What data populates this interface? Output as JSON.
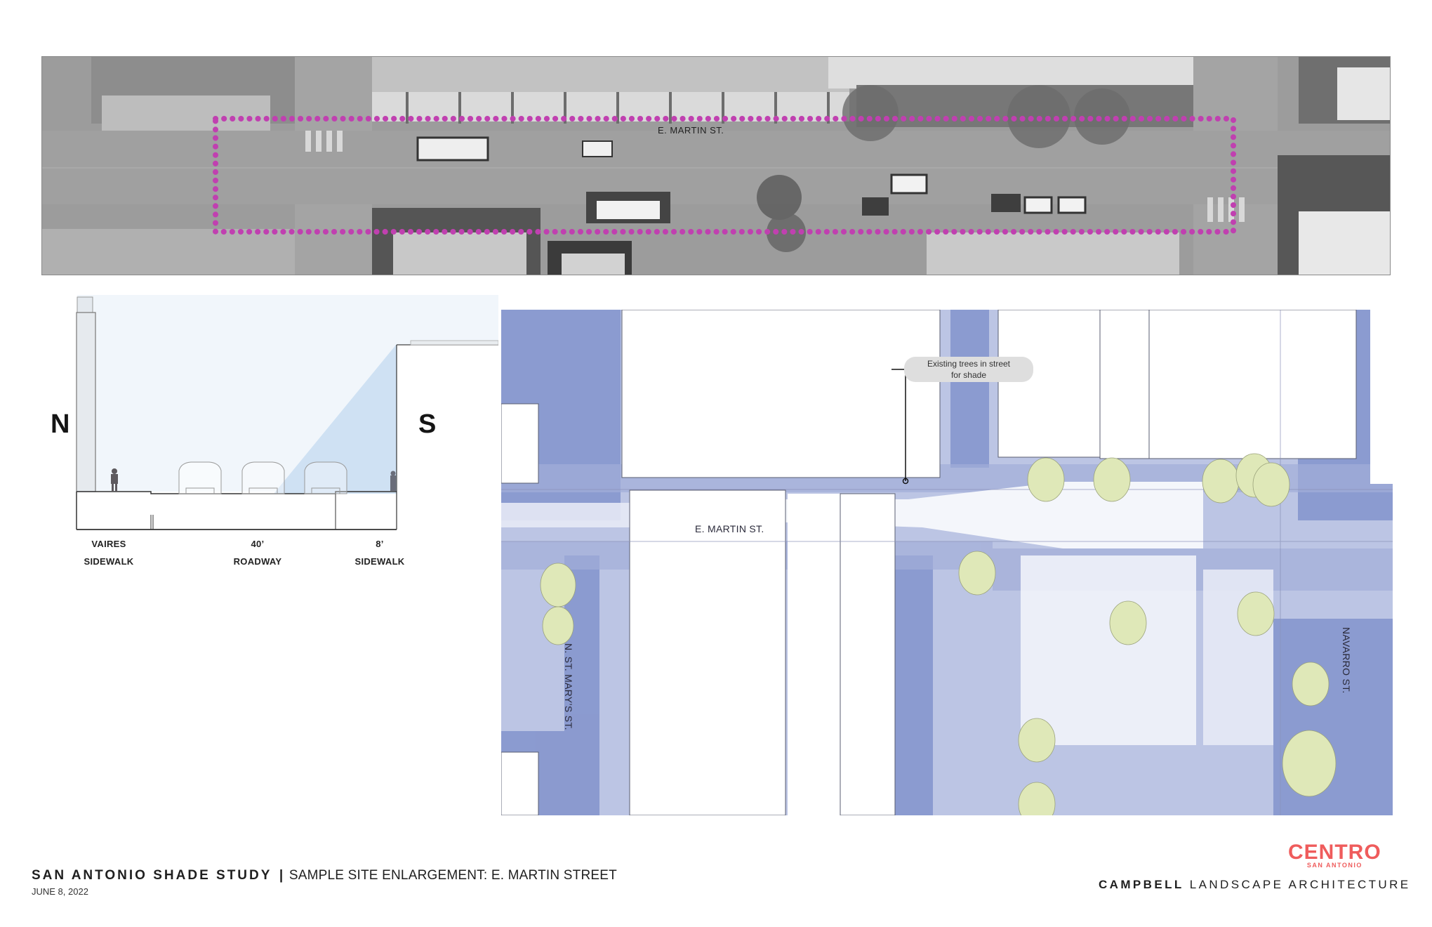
{
  "aerial": {
    "street_label": "E. MARTIN ST.",
    "highlight_color": "#c040b0",
    "highlight_shape": "dotted-rectangle"
  },
  "section": {
    "north_label": "N",
    "south_label": "S",
    "zones": [
      {
        "dimension": "VAIRES",
        "label": "SIDEWALK"
      },
      {
        "dimension": "40’",
        "label": "ROADWAY"
      },
      {
        "dimension": "8’",
        "label": "SIDEWALK"
      }
    ],
    "shade_color": "#cfe1f3",
    "sky_color": "#eef5fb"
  },
  "plan": {
    "streets": {
      "main": "E. MARTIN ST.",
      "west": "N. ST. MARY’S ST.",
      "east": "NAVARRO ST."
    },
    "callout": {
      "line1": "Existing trees in street",
      "line2": "for shade"
    },
    "shade_color": "#7b8cc9",
    "tree_color": "#dfe8b8"
  },
  "footer": {
    "title": "SAN ANTONIO SHADE STUDY",
    "separator": "|",
    "subtitle": "SAMPLE SITE ENLARGEMENT: E. MARTIN STREET",
    "date": "JUNE 8, 2022",
    "logo_main": "CENTRO",
    "logo_sub": "SAN ANTONIO",
    "firm_bold": "CAMPBELL",
    "firm_rest": "LANDSCAPE ARCHITECTURE"
  }
}
